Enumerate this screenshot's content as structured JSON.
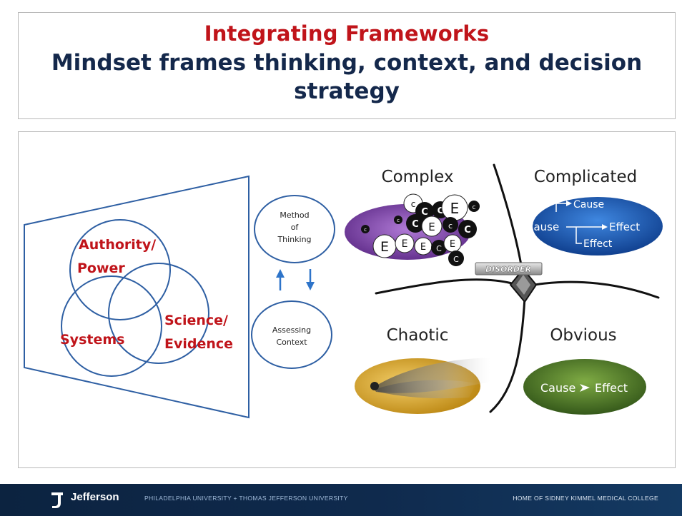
{
  "slide": {
    "title_line1": "Integrating Frameworks",
    "title_line2": "Mindset frames thinking, context, and decision strategy"
  },
  "venn": {
    "authority": [
      "Authority/",
      "Power"
    ],
    "systems": "Systems",
    "science": [
      "Science/",
      "Evidence"
    ]
  },
  "cycle": {
    "top": [
      "Method",
      "of",
      "Thinking"
    ],
    "bottom": [
      "Assessing",
      "Context"
    ]
  },
  "cynefin": {
    "complex": "Complex",
    "complicated": "Complicated",
    "chaotic": "Chaotic",
    "obvious": "Obvious",
    "disorder": "DISORDER",
    "complicated_diagram": {
      "cause_top": "Cause",
      "cause_left": "Cause",
      "effect_right": "Effect",
      "effect_bottom": "Effect"
    },
    "obvious_diagram": {
      "cause": "Cause",
      "effect": "Effect"
    }
  },
  "footer": {
    "brand": "Jefferson",
    "university": "PHILADELPHIA UNIVERSITY + THOMAS JEFFERSON UNIVERSITY",
    "home": "HOME OF SIDNEY KIMMEL MEDICAL COLLEGE"
  },
  "colors": {
    "title_red": "#c0141a",
    "title_navy": "#14284b",
    "diagram_blue": "#2e5fa3",
    "venn_red": "#c0141a",
    "complex_purple": "#7a3fa6",
    "complicated_blue": "#1f5bb8",
    "chaotic_gold": "#d9a21f",
    "obvious_green": "#4d7a22"
  }
}
